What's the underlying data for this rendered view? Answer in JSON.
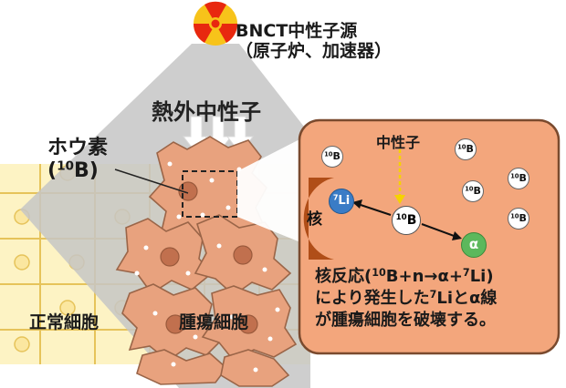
{
  "labels": {
    "source_line1": "BNCT中性子源",
    "source_line2": "（原子炉、加速器）",
    "epithermal_neutron": "熱外中性子",
    "boron_compound": "ホウ素",
    "boron_symbol_open": "(",
    "boron_mass": "10",
    "boron_symbol_close": "B)",
    "normal_cell": "正常細胞",
    "tumor_cell": "腫瘍細胞"
  },
  "inset": {
    "neutron": "中性子",
    "nucleus": "核",
    "boron_mass": "10",
    "boron_el": "B",
    "lithium_mass": "7",
    "lithium_el": "Li",
    "alpha": "α",
    "reaction_line1_pre": "核反応(",
    "reaction_line1_mass_b": "10",
    "reaction_line1_mid": "B+n→α+",
    "reaction_line1_mass_li": "7",
    "reaction_line1_post": "Li)",
    "reaction_line2_pre": "により発生した",
    "reaction_line2_mass": "7",
    "reaction_line2_post": "Liとα線",
    "reaction_line3": "が腫瘍細胞を破壊する。"
  },
  "colors": {
    "radiation_red": "#e8280f",
    "radiation_yellow": "#f7c31a",
    "beam_gray": "#c8c8c8",
    "tumor_cell": "#e8a27e",
    "tumor_nucleus": "#c1704e",
    "normal_cell": "#fdf3c4",
    "inset_bg": "#f3a67c",
    "inset_nucleus": "#b04e18",
    "lithium": "#3a7cc6",
    "alpha": "#5cb85c"
  }
}
